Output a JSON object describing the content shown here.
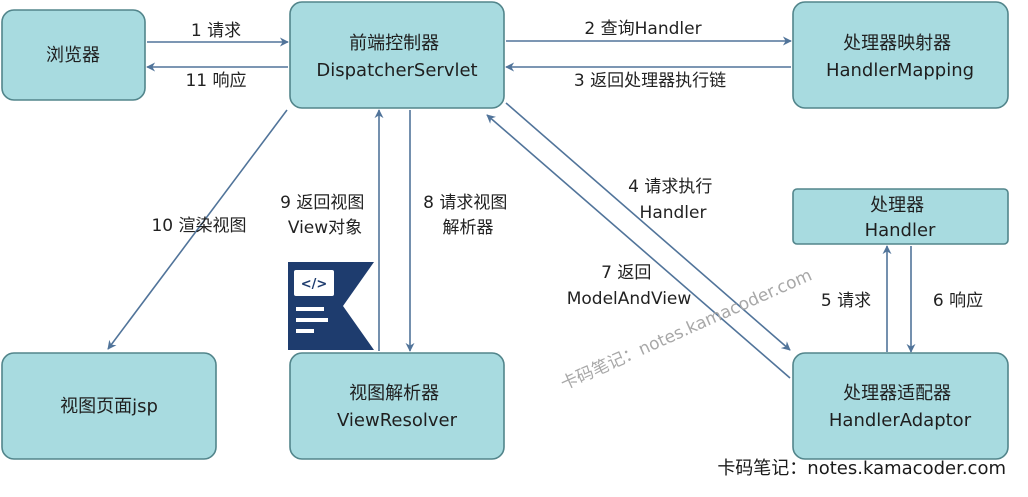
{
  "nodes": {
    "browser": {
      "lines": [
        "浏览器"
      ]
    },
    "dispatcher": {
      "lines": [
        "前端控制器",
        "DispatcherServlet"
      ]
    },
    "handler_mapping": {
      "lines": [
        "处理器映射器",
        "HandlerMapping"
      ]
    },
    "handler": {
      "lines": [
        "处理器",
        "Handler"
      ]
    },
    "handler_adaptor": {
      "lines": [
        "处理器适配器",
        "HandlerAdaptor"
      ]
    },
    "view_resolver": {
      "lines": [
        "视图解析器",
        "ViewResolver"
      ]
    },
    "view_page": {
      "lines": [
        "视图页面jsp"
      ]
    }
  },
  "edges": {
    "e1": {
      "lines": [
        "1 请求"
      ]
    },
    "e11": {
      "lines": [
        "11 响应"
      ]
    },
    "e2": {
      "lines": [
        "2 查询Handler"
      ]
    },
    "e3": {
      "lines": [
        "3 返回处理器执行链"
      ]
    },
    "e4": {
      "lines": [
        "4 请求执行",
        "Handler"
      ]
    },
    "e7": {
      "lines": [
        "7 返回",
        "ModelAndView"
      ]
    },
    "e5": {
      "lines": [
        "5 请求"
      ]
    },
    "e6": {
      "lines": [
        "6 响应"
      ]
    },
    "e8": {
      "lines": [
        "8 请求视图",
        "解析器"
      ]
    },
    "e9": {
      "lines": [
        "9 返回视图",
        "View对象"
      ]
    },
    "e10": {
      "lines": [
        "10 渲染视图"
      ]
    }
  },
  "logo": {
    "code_glyph": "</>"
  },
  "watermark_diagonal": "卡码笔记：notes.kamacoder.com",
  "watermark_footer": "卡码笔记：notes.kamacoder.com",
  "colors": {
    "node_fill": "#a8dbe0",
    "node_stroke": "#52858b",
    "edge": "#51749a",
    "logo": "#1e3c6e"
  }
}
